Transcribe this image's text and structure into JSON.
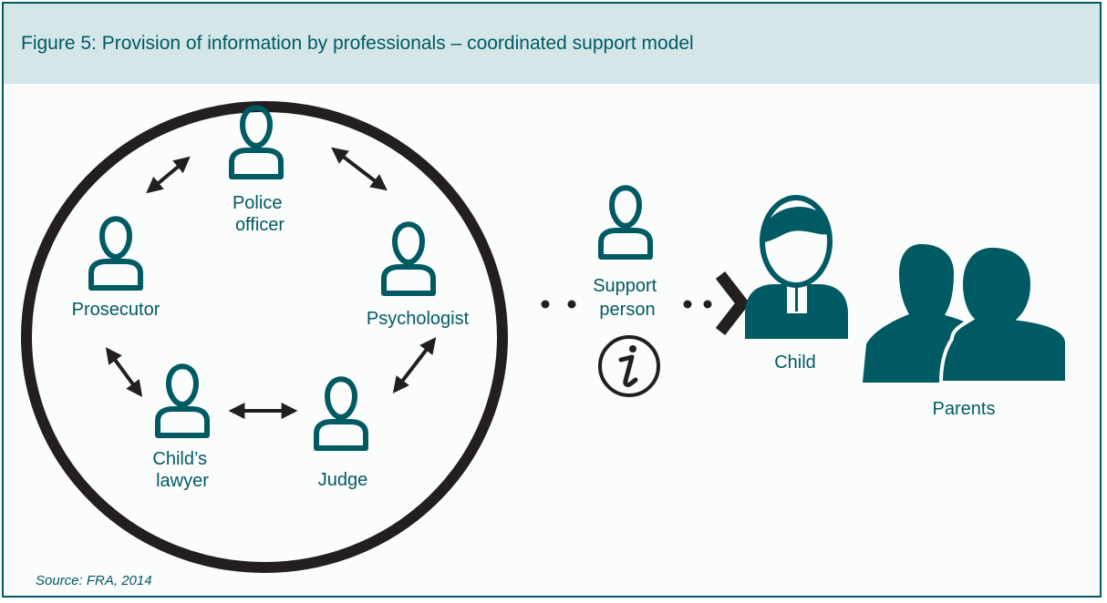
{
  "title": "Figure 5:  Provision of information by professionals – coordinated support model",
  "source": "Source: FRA, 2014",
  "colors": {
    "teal": "#005a64",
    "title_band": "#d4e6e8",
    "ring": "#231f20"
  },
  "roles": {
    "police_officer": [
      "Police",
      "officer"
    ],
    "prosecutor": [
      "Prosecutor"
    ],
    "psychologist": [
      "Psychologist"
    ],
    "childs_lawyer": [
      "Child’s",
      "lawyer"
    ],
    "judge": [
      "Judge"
    ],
    "support_person": [
      "Support",
      "person"
    ],
    "child": [
      "Child"
    ],
    "parents": [
      "Parents"
    ]
  },
  "icons": {
    "professional": "person-outline-icon",
    "info": "info-icon",
    "chevron": "chevron-right-icon"
  }
}
